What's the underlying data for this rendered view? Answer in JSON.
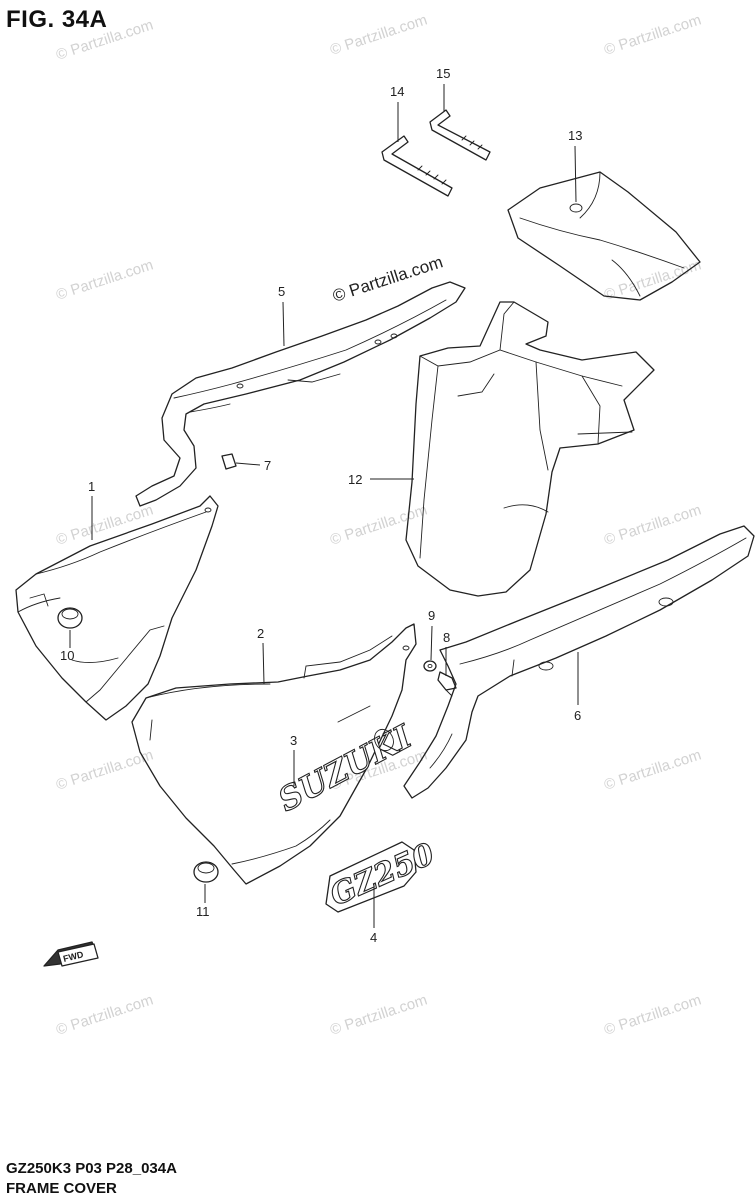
{
  "figure": {
    "title": "FIG. 34A"
  },
  "caption": {
    "model_code": "GZ250K3 P03 P28_034A",
    "name": "FRAME COVER"
  },
  "watermark": {
    "text": "© Partzilla.com",
    "main_text": "© Partzilla.com"
  },
  "callouts": [
    "1",
    "2",
    "3",
    "4",
    "5",
    "6",
    "7",
    "8",
    "9",
    "10",
    "11",
    "12",
    "13",
    "14",
    "15"
  ],
  "emblems": {
    "brand_text": "SUZUKI",
    "model_text": "GZ250",
    "fwd_text": "FWD"
  },
  "icons": {
    "fwd_arrow": "forward-arrow-icon"
  }
}
